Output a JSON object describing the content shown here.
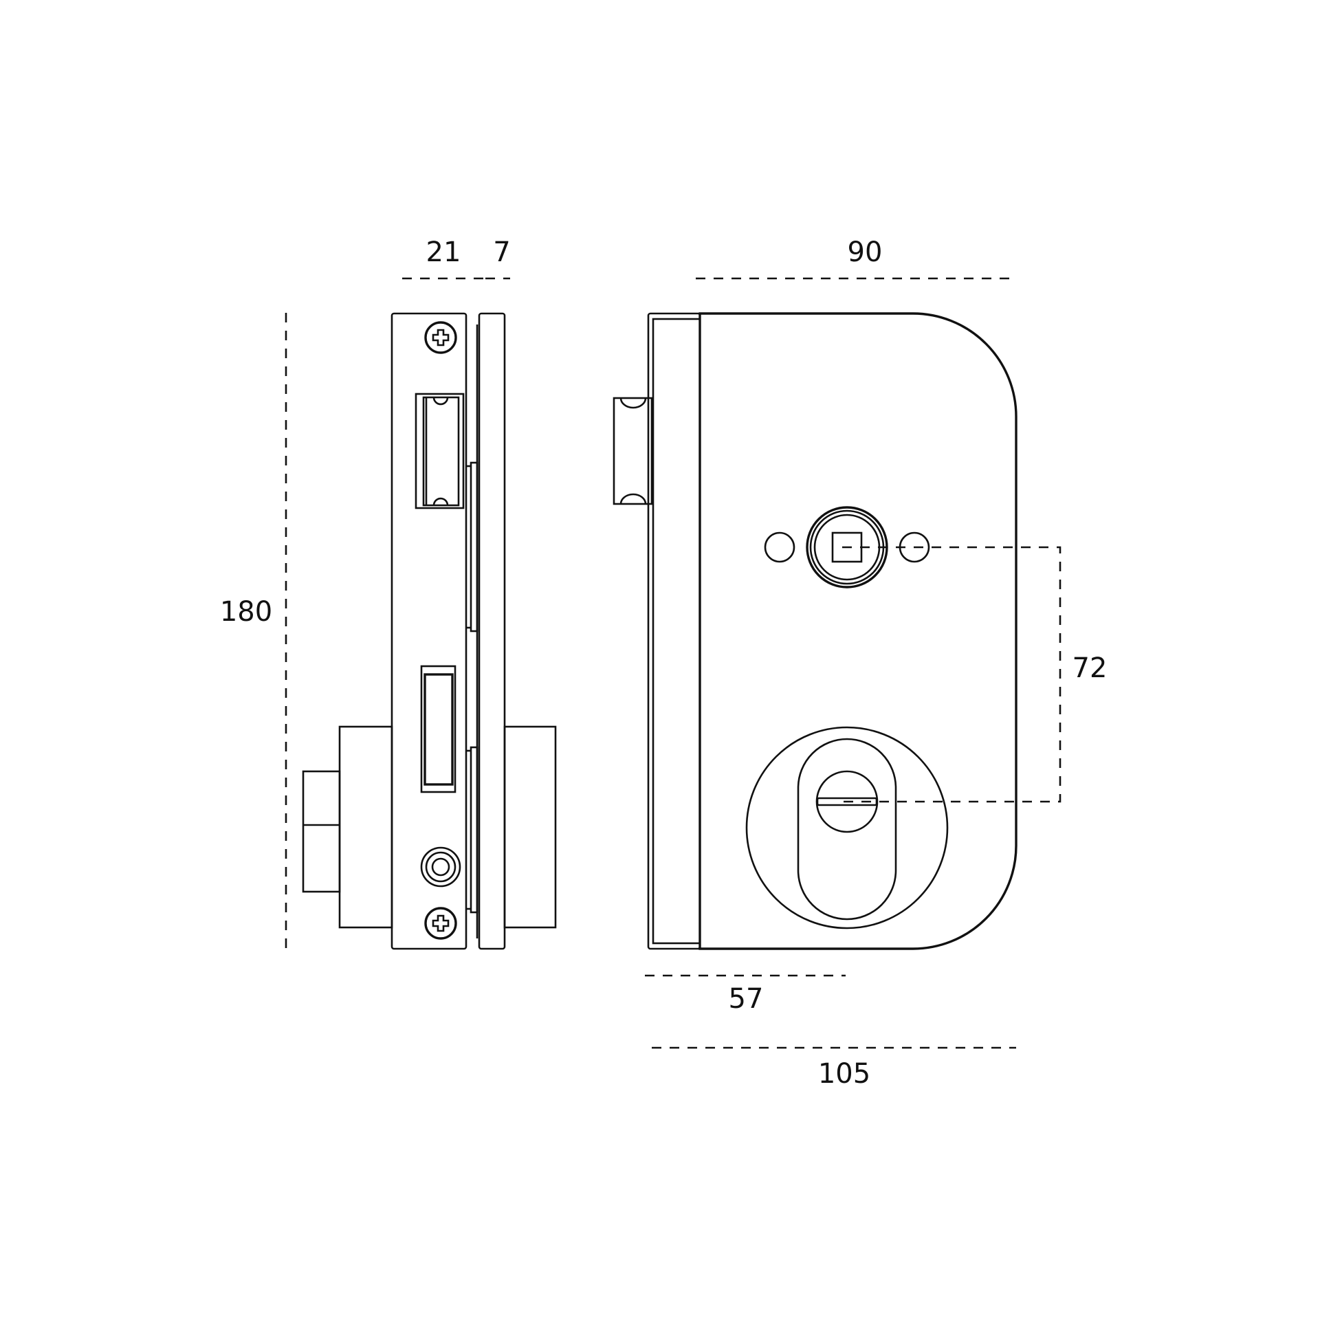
{
  "dimensions": {
    "width_side": "21",
    "glass_thickness": "7",
    "width_front": "90",
    "height": "180",
    "center_distance": "72",
    "backset": "57",
    "total_width": "105"
  },
  "colors": {
    "line": "#111111",
    "background": "#ffffff"
  }
}
